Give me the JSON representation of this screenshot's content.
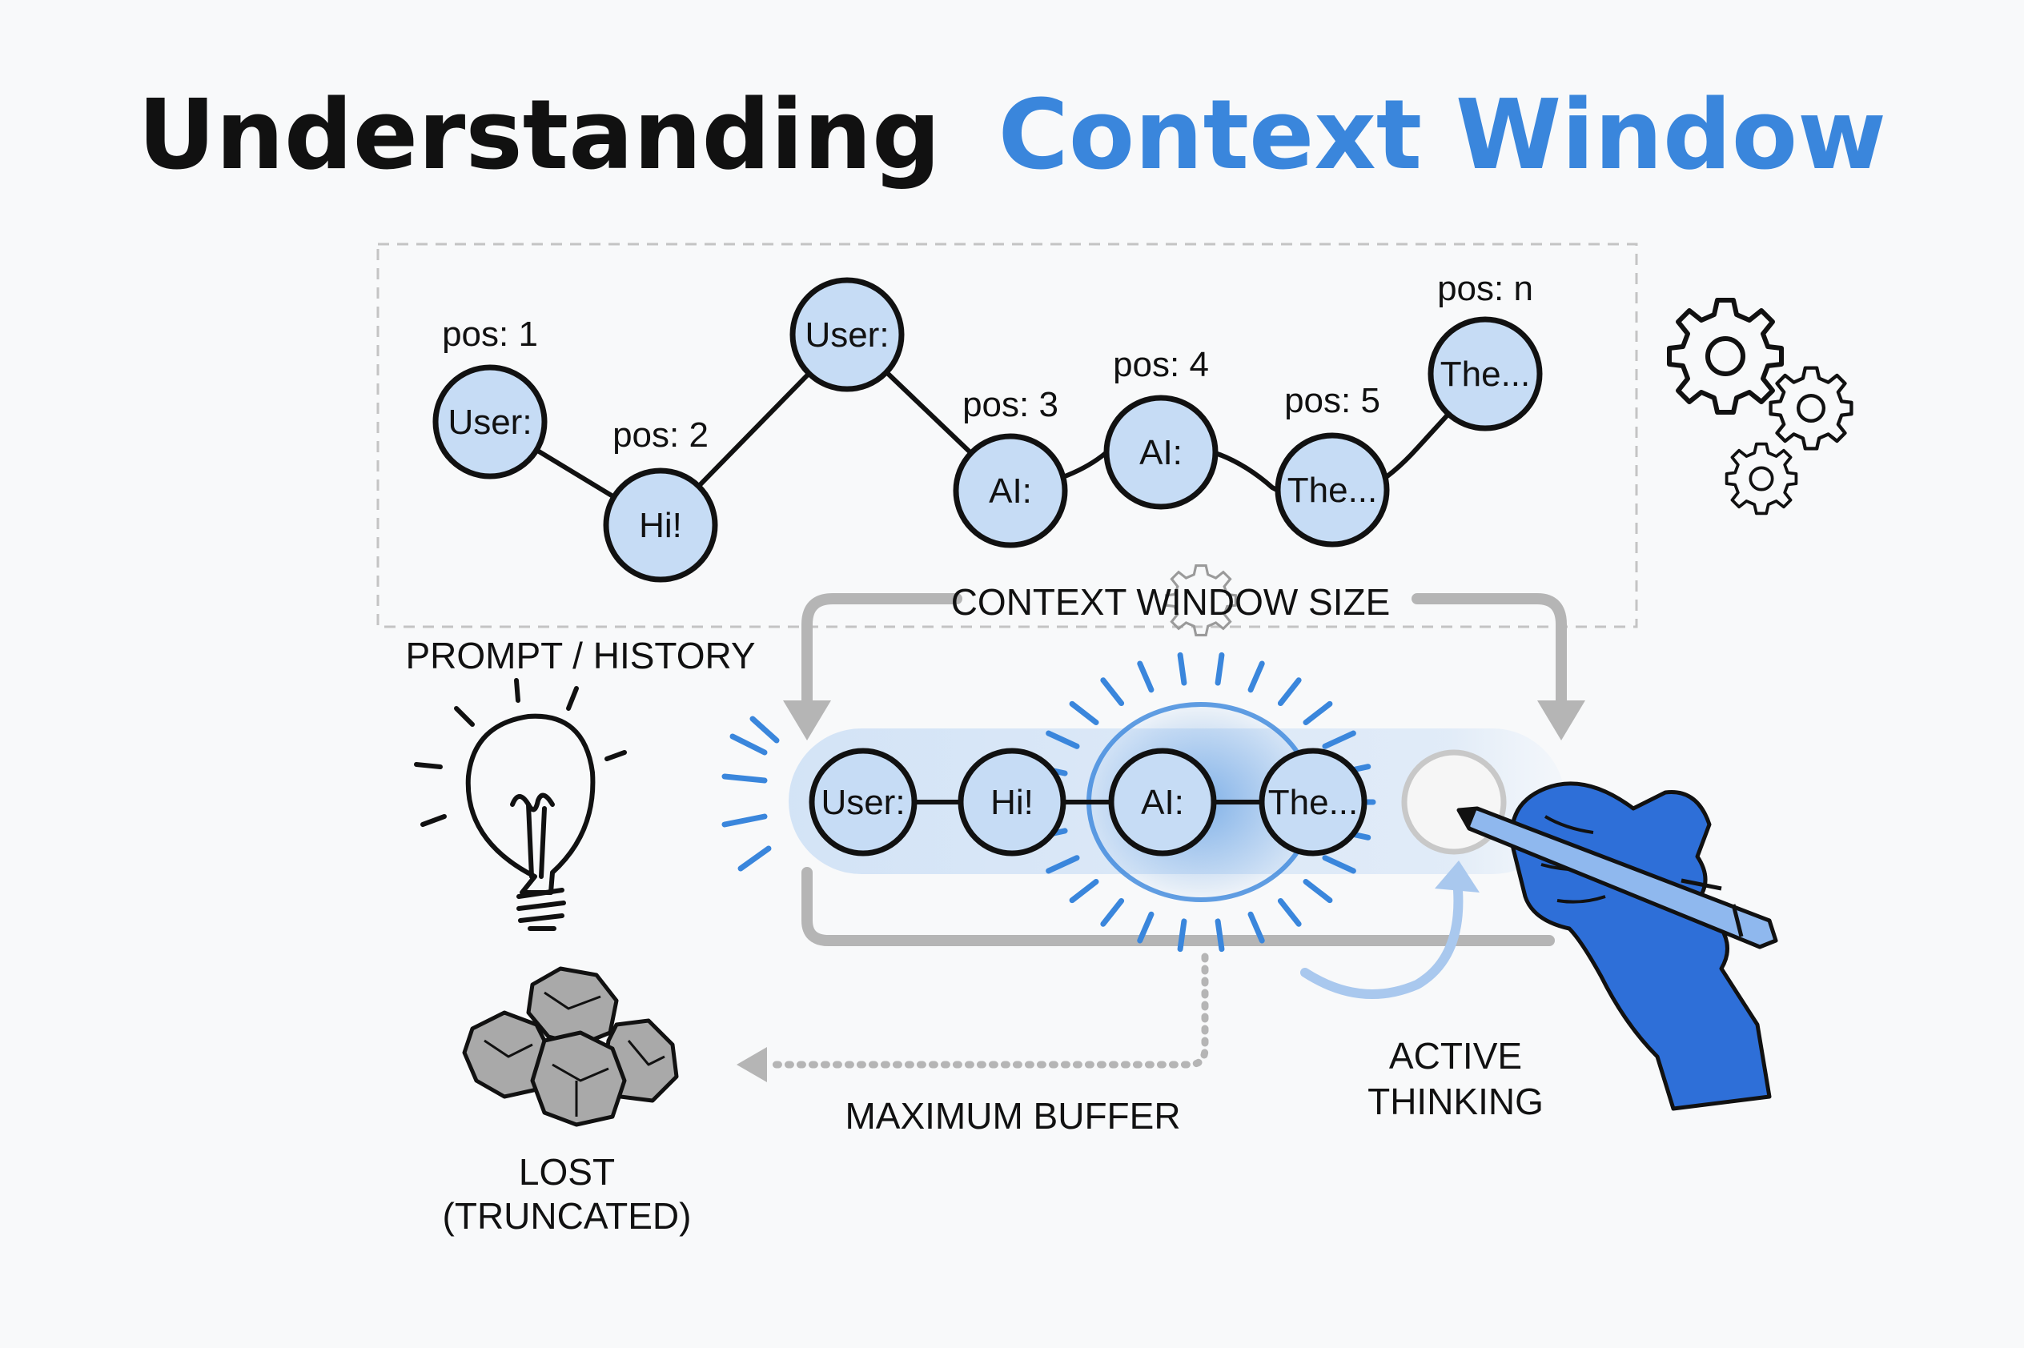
{
  "title": {
    "part1": "Understanding",
    "part2": "Context Window",
    "color_dark": "#111111",
    "color_accent": "#3a86dc"
  },
  "colors": {
    "node_fill": "#c6dcf5",
    "node_stroke": "#111111",
    "accent": "#3a86dc",
    "hand": "#2e6fd8",
    "arrow_gray": "#b5b5b5",
    "paper_gray": "#a9a9a9"
  },
  "history": {
    "section_label": "PROMPT / HISTORY",
    "nodes": [
      {
        "text": "User:",
        "pos_label": "pos: 1"
      },
      {
        "text": "Hi!",
        "pos_label": "pos: 2"
      },
      {
        "text": "User:",
        "pos_label": ""
      },
      {
        "text": "AI:",
        "pos_label": "pos: 3"
      },
      {
        "text": "AI:",
        "pos_label": "pos: 4"
      },
      {
        "text": "The...",
        "pos_label": "pos: 5"
      },
      {
        "text": "The...",
        "pos_label": "pos: n"
      }
    ]
  },
  "window": {
    "size_label": "CONTEXT WINDOW SIZE",
    "nodes": [
      "User:",
      "Hi!",
      "AI:",
      "The..."
    ],
    "empty_slot": true
  },
  "labels": {
    "maximum_buffer": "MAXIMUM BUFFER",
    "active_thinking_1": "ACTIVE",
    "active_thinking_2": "THINKING",
    "lost_1": "LOST",
    "lost_2": "(TRUNCATED)"
  },
  "icons": [
    "lightbulb-icon",
    "gears-icon",
    "small-gear-icon",
    "crumpled-paper-icon",
    "hand-pencil-icon"
  ]
}
